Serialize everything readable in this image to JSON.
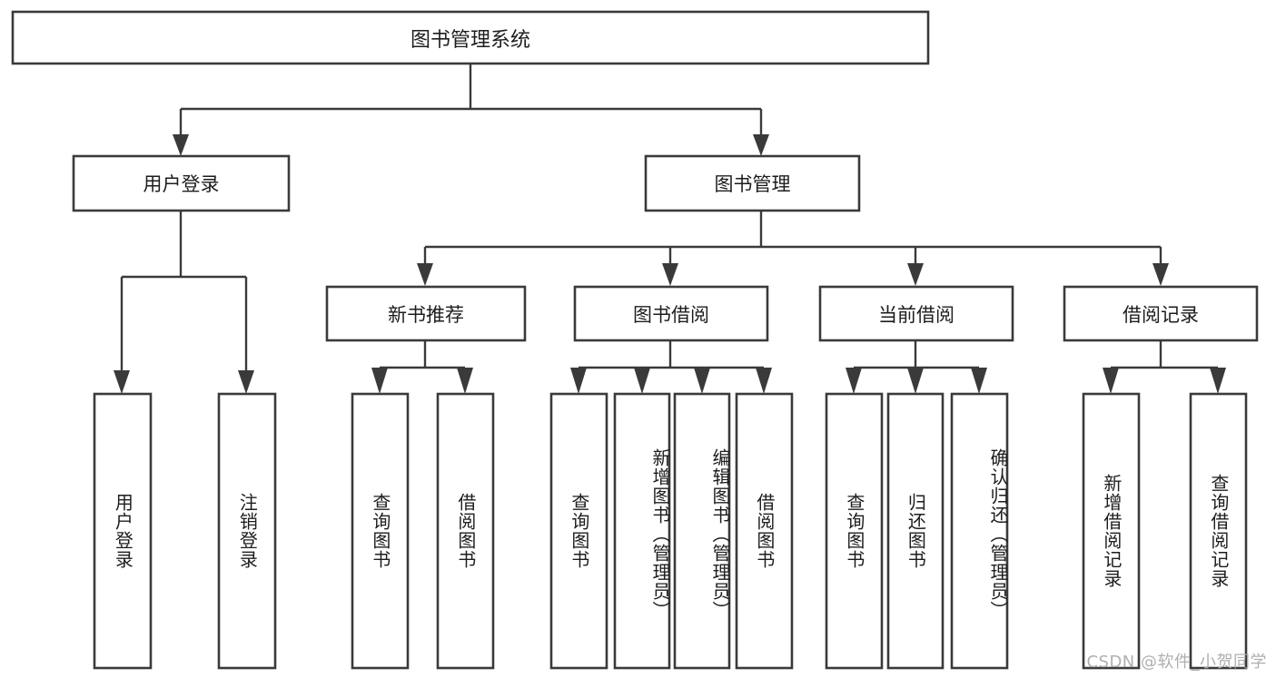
{
  "diagram": {
    "type": "tree-hierarchy",
    "orientation": "top-down",
    "background_color": "#ffffff",
    "stroke_color": "#3a3a3a",
    "text_color": "#1d1d1d",
    "root": {
      "id": "root",
      "label": "图书管理系统",
      "text_direction": "horizontal"
    },
    "level2": [
      {
        "id": "user-login",
        "label": "用户登录",
        "text_direction": "horizontal"
      },
      {
        "id": "book-manage",
        "label": "图书管理",
        "text_direction": "horizontal"
      }
    ],
    "level3": [
      {
        "id": "new-book-recommend",
        "label": "新书推荐",
        "text_direction": "horizontal",
        "parent": "book-manage"
      },
      {
        "id": "book-borrow",
        "label": "图书借阅",
        "text_direction": "horizontal",
        "parent": "book-manage"
      },
      {
        "id": "current-borrow",
        "label": "当前借阅",
        "text_direction": "horizontal",
        "parent": "book-manage"
      },
      {
        "id": "borrow-record",
        "label": "借阅记录",
        "text_direction": "horizontal",
        "parent": "book-manage"
      }
    ],
    "leaves": [
      {
        "id": "leaf-user-login",
        "label": "用户登录",
        "parent": "user-login",
        "text_direction": "vertical"
      },
      {
        "id": "leaf-logout-login",
        "label": "注销登录",
        "parent": "user-login",
        "text_direction": "vertical"
      },
      {
        "id": "leaf-query-book-1",
        "label": "查询图书",
        "parent": "new-book-recommend",
        "text_direction": "vertical"
      },
      {
        "id": "leaf-borrow-book-1",
        "label": "借阅图书",
        "parent": "new-book-recommend",
        "text_direction": "vertical"
      },
      {
        "id": "leaf-query-book-2",
        "label": "查询图书",
        "parent": "book-borrow",
        "text_direction": "vertical"
      },
      {
        "id": "leaf-add-book",
        "label": "新增图书（管理员）",
        "parent": "book-borrow",
        "text_direction": "vertical"
      },
      {
        "id": "leaf-edit-book",
        "label": "编辑图书（管理员）",
        "parent": "book-borrow",
        "text_direction": "vertical"
      },
      {
        "id": "leaf-borrow-book-2",
        "label": "借阅图书",
        "parent": "book-borrow",
        "text_direction": "vertical"
      },
      {
        "id": "leaf-query-book-3",
        "label": "查询图书",
        "parent": "current-borrow",
        "text_direction": "vertical"
      },
      {
        "id": "leaf-return-book",
        "label": "归还图书",
        "parent": "current-borrow",
        "text_direction": "vertical"
      },
      {
        "id": "leaf-confirm-return",
        "label": "确认归还（管理员）",
        "parent": "current-borrow",
        "text_direction": "vertical"
      },
      {
        "id": "leaf-add-record",
        "label": "新增借阅记录",
        "parent": "borrow-record",
        "text_direction": "vertical"
      },
      {
        "id": "leaf-query-record",
        "label": "查询借阅记录",
        "parent": "borrow-record",
        "text_direction": "vertical"
      }
    ]
  },
  "watermark": {
    "text": "CSDN @软件_小贺同学"
  }
}
